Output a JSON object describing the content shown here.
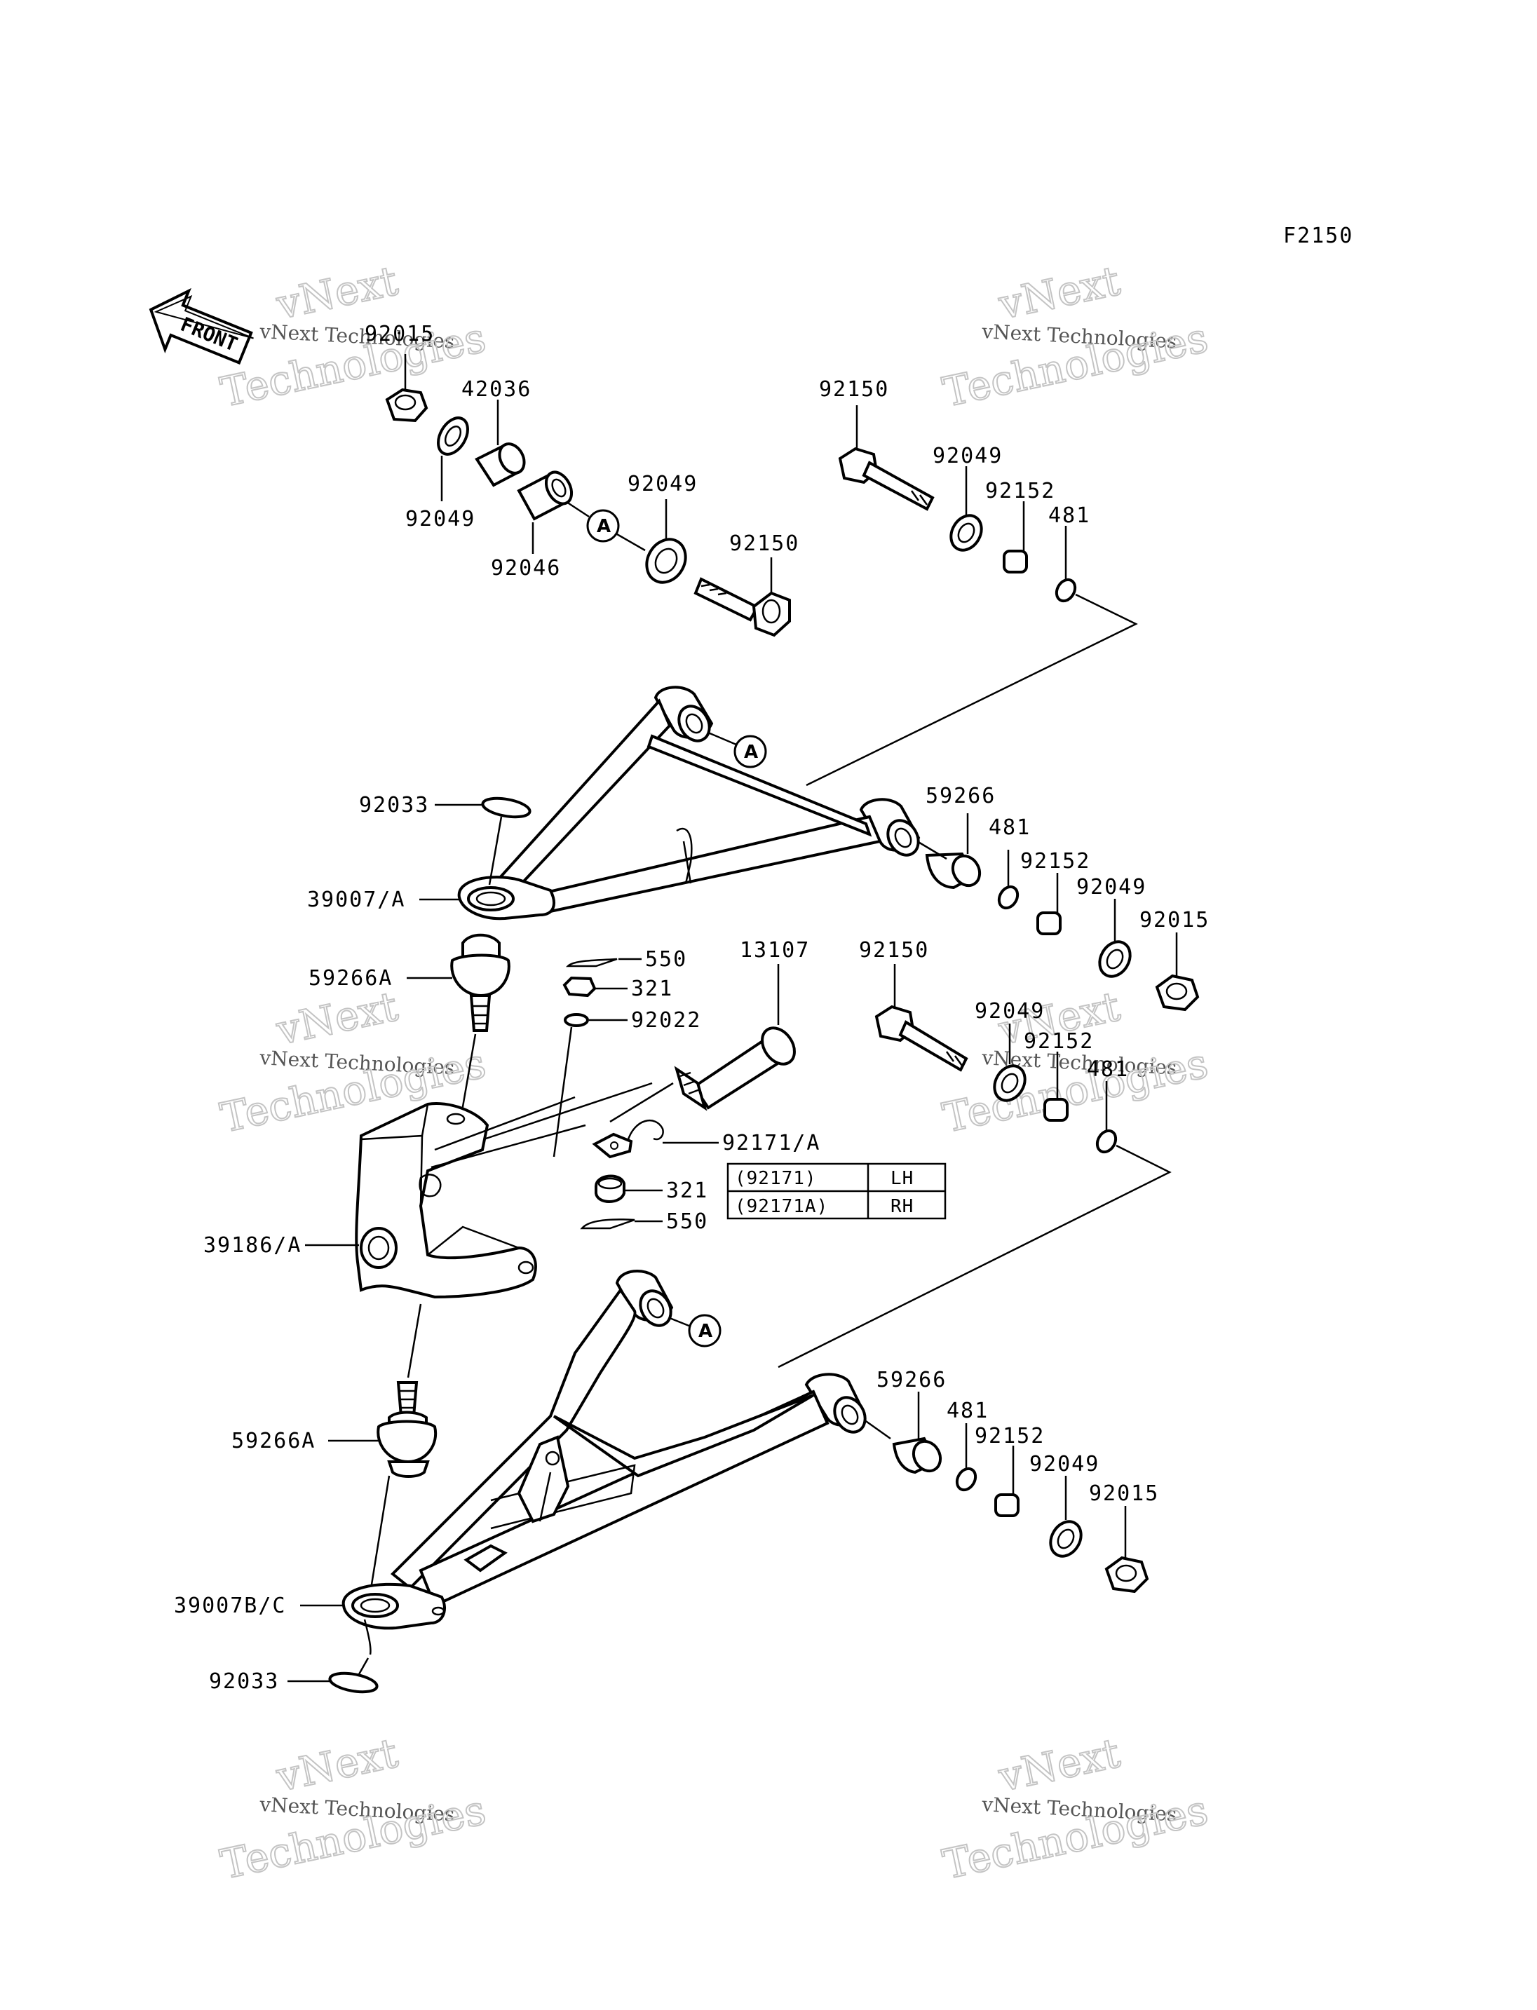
{
  "figure_code": "F2150",
  "front_label": "FRONT",
  "watermark": {
    "line1": "vNext",
    "line2": "vNext Technologies",
    "line3": "Technologies"
  },
  "reference_marker": "A",
  "parts": {
    "p92015_top": "92015",
    "p42036": "42036",
    "p92049_a": "92049",
    "p92046": "92046",
    "p92049_b": "92049",
    "p92150_a": "92150",
    "p92150_b": "92150",
    "p92049_c": "92049",
    "p92152_a": "92152",
    "p481_a": "481",
    "p92033_top": "92033",
    "p39007a": "39007/A",
    "p59266_a": "59266",
    "p481_b": "481",
    "p92152_b": "92152",
    "p92049_d": "92049",
    "p92015_b": "92015",
    "p59266a_top": "59266A",
    "p550_a": "550",
    "p321_a": "321",
    "p92022": "92022",
    "p13107": "13107",
    "p92150_c": "92150",
    "p92049_e": "92049",
    "p92152_c": "92152",
    "p481_c": "481",
    "p92171a": "92171/A",
    "p321_b": "321",
    "p550_b": "550",
    "p39186a": "39186/A",
    "p59266_b": "59266",
    "p481_d": "481",
    "p92152_d": "92152",
    "p92049_f": "92049",
    "p92015_c": "92015",
    "p59266a_bot": "59266A",
    "p39007bc": "39007B/C",
    "p92033_bot": "92033"
  },
  "variant_table": {
    "rows": [
      {
        "code": "(92171)",
        "side": "LH"
      },
      {
        "code": "(92171A)",
        "side": "RH"
      }
    ]
  }
}
